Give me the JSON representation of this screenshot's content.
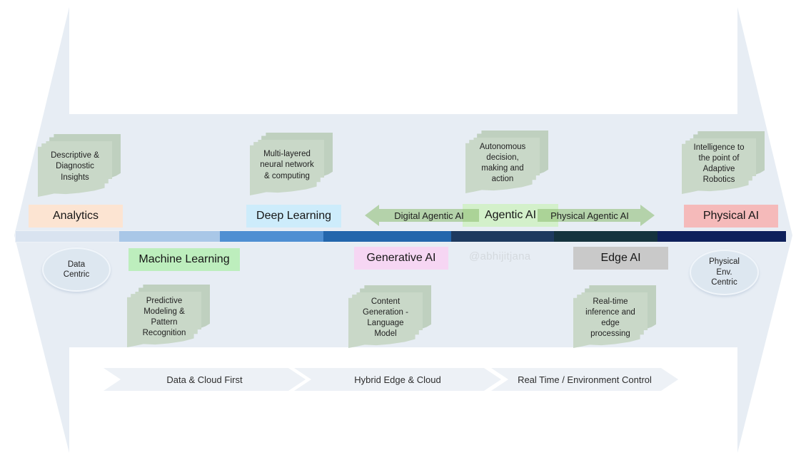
{
  "background": {
    "shape_color": "#e7edf4"
  },
  "watermark": {
    "handle": "@abhijitjana",
    "color": "#d4d9de"
  },
  "stages": {
    "analytics": {
      "label": "Analytics",
      "bg": "#fce4d2",
      "note": "Descriptive &\nDiagnostic\nInsights"
    },
    "machine_learning": {
      "label": "Machine Learning",
      "bg": "#bdeebd",
      "note": "Predictive\nModeling &\nPattern\nRecognition"
    },
    "deep_learning": {
      "label": "Deep Learning",
      "bg": "#cdecfb",
      "note": "Multi-layered\nneural network\n& computing"
    },
    "generative_ai": {
      "label": "Generative AI",
      "bg": "#f6d6f3",
      "note": "Content\nGeneration -\nLanguage\nModel"
    },
    "agentic_ai": {
      "label": "Agentic AI",
      "bg": "#d3f0ca",
      "note": "Autonomous\ndecision,\nmaking and\naction"
    },
    "edge_ai": {
      "label": "Edge AI",
      "bg": "#c9c9c9",
      "note": "Real-time\ninference and\nedge\nprocessing"
    },
    "physical_ai": {
      "label": "Physical AI",
      "bg": "#f5baba",
      "note": "Intelligence to\nthe point of\nAdaptive\nRobotics"
    }
  },
  "arrows": {
    "digital": {
      "label": "Digital Agentic AI",
      "direction": "left",
      "color": "rgba(139,188,110,0.55)"
    },
    "physical": {
      "label": "Physical Agentic AI",
      "direction": "right",
      "color": "rgba(139,188,110,0.55)"
    }
  },
  "endpoints": {
    "left": {
      "label": "Data\nCentric"
    },
    "right": {
      "label": "Physical\nEnv.\nCentric"
    }
  },
  "timeline": {
    "segments": [
      {
        "stage": "Analytics",
        "color": "#d9e3f0"
      },
      {
        "stage": "Machine Learning",
        "color": "#a9c7e7"
      },
      {
        "stage": "Deep Learning",
        "color": "#4f8fd2"
      },
      {
        "stage": "Generative AI",
        "color": "#2366ac"
      },
      {
        "stage": "Agentic AI",
        "color": "#1e3a5f"
      },
      {
        "stage": "Edge AI",
        "color": "#15333e"
      },
      {
        "stage": "Physical AI",
        "color": "#0e205b"
      }
    ]
  },
  "eras": [
    {
      "label": "Data & Cloud First"
    },
    {
      "label": "Hybrid Edge & Cloud"
    },
    {
      "label": "Real Time / Environment Control"
    }
  ]
}
